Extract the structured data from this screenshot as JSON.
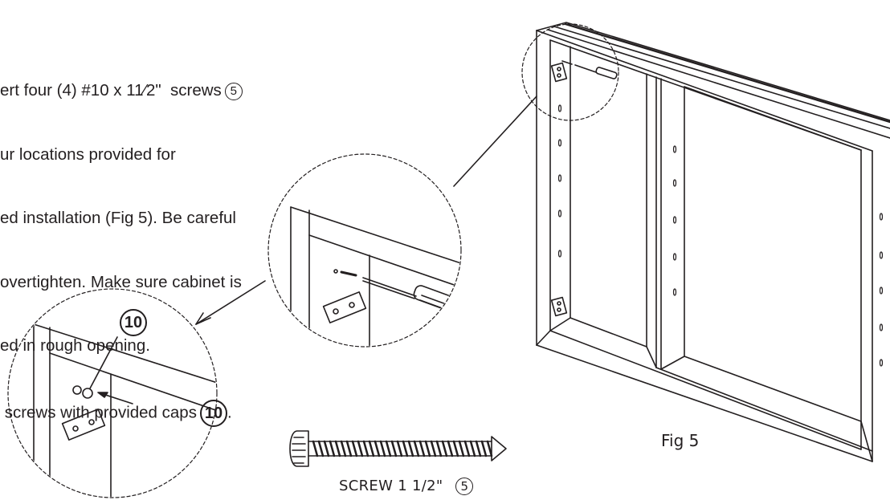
{
  "instructions": {
    "line1": "ert four (4) #10 x 11⁄2\"  screws",
    "line1_ref": "5",
    "line2": "ur locations provided for",
    "line3": "ed installation (Fig 5). Be careful",
    "line4": "overtighten. Make sure cabinet is",
    "line5": "ed in rough opening.",
    "line6": " screws with provided caps",
    "line6_ref": "10",
    "line6_end": "."
  },
  "figure": {
    "label": "Fig 5",
    "screw_label": "SCREW  1 1/2\"",
    "screw_ref": "5",
    "cap_callout": "10"
  },
  "colors": {
    "ink": "#231f20",
    "background": "#ffffff"
  }
}
